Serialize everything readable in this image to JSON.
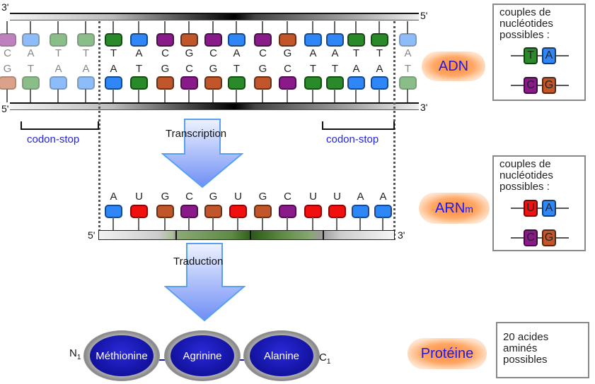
{
  "colors": {
    "A": "#2f86f6",
    "T": "#2a8a2a",
    "C": "#8a1a8a",
    "G": "#c0562a",
    "U": "#f01010",
    "label_blue": "#1a1aee",
    "glow": "#ff8a3c"
  },
  "dna": {
    "top_left_end": "3'",
    "top_right_end": "5'",
    "bottom_left_end": "5'",
    "bottom_right_end": "3'",
    "label": "ADN",
    "top_strand": [
      "C",
      "A",
      "T",
      "T",
      "T",
      "A",
      "C",
      "G",
      "C",
      "A",
      "C",
      "G",
      "A",
      "A",
      "T",
      "T",
      "A"
    ],
    "bottom_strand": [
      "G",
      "T",
      "A",
      "A",
      "A",
      "T",
      "G",
      "C",
      "G",
      "T",
      "G",
      "C",
      "T",
      "T",
      "A",
      "A",
      "T"
    ],
    "coding_range": [
      4,
      15
    ],
    "codon_stop_left": "codon-stop",
    "codon_stop_right": "codon-stop",
    "legend": {
      "text_lines": [
        "couples de",
        "nucléotides",
        "possibles :"
      ],
      "pairs": [
        [
          "T",
          "A"
        ],
        [
          "C",
          "G"
        ]
      ]
    }
  },
  "transcription_label": "Transcription",
  "rna": {
    "label_main": "ARN",
    "label_sub": "m",
    "left_end": "5'",
    "right_end": "3'",
    "strand": [
      "A",
      "U",
      "G",
      "C",
      "G",
      "U",
      "G",
      "C",
      "U",
      "U",
      "A",
      "A"
    ],
    "legend": {
      "text_lines": [
        "couples de",
        "nucléotides",
        "possibles :"
      ],
      "pairs": [
        [
          "U",
          "A"
        ],
        [
          "C",
          "G"
        ]
      ]
    }
  },
  "translation_label": "Traduction",
  "protein": {
    "label": "Protéine",
    "n_terminal": "N",
    "n_sub": "1",
    "c_terminal": "C",
    "c_sub": "1",
    "amino_acids": [
      "Méthionine",
      "Agrinine",
      "Alanine"
    ],
    "legend": {
      "text_lines": [
        "20 acides",
        "aminés",
        "possibles"
      ]
    }
  }
}
